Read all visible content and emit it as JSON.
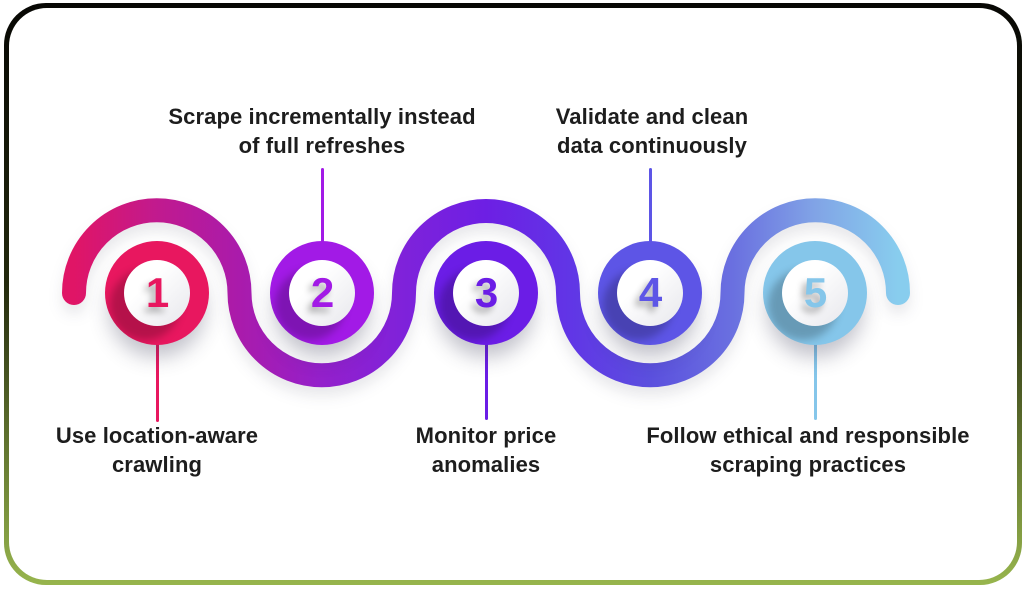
{
  "diagram": {
    "type": "process-wave-timeline",
    "text_color": "#1d1d1d",
    "frame": {
      "border_top_color": "#070704",
      "border_bottom_color": "#97b54d"
    },
    "steps": [
      {
        "number": "1",
        "label": "Use location-aware\ncrawling",
        "label_position": "below",
        "color": "#e8175f"
      },
      {
        "number": "2",
        "label": "Scrape incrementally instead\nof full refreshes",
        "label_position": "above",
        "color": "#a21ae6"
      },
      {
        "number": "3",
        "label": "Monitor price\nanomalies",
        "label_position": "below",
        "color": "#6b1de6"
      },
      {
        "number": "4",
        "label": "Validate and clean\ndata continuously",
        "label_position": "above",
        "color": "#5d55e6"
      },
      {
        "number": "5",
        "label": "Follow ethical and responsible\nscraping practices",
        "label_position": "below",
        "color": "#85c6ea"
      }
    ],
    "wave": {
      "stops": [
        "#e01566",
        "#c11a8e",
        "#aa1bab",
        "#9420cb",
        "#7f22da",
        "#6d1fe4",
        "#6135e6",
        "#5b50de",
        "#6a70e0",
        "#81a4e6",
        "#88cdee"
      ]
    }
  }
}
